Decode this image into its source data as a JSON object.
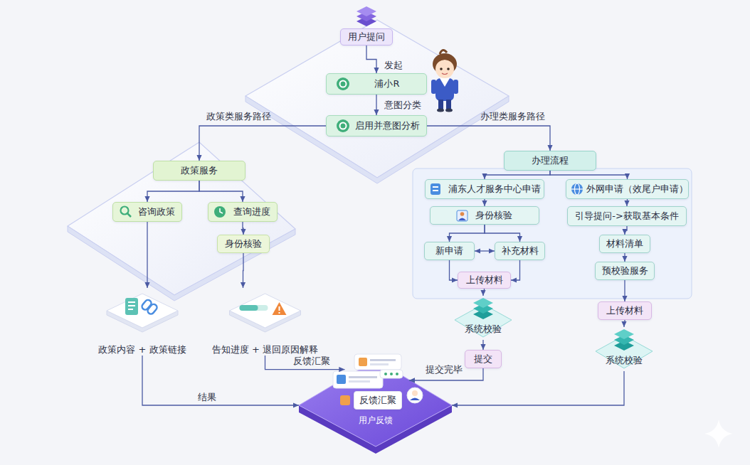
{
  "diagram": {
    "nodes": [
      {
        "text": [
          "用户提问"
        ]
      },
      {
        "text": [
          "浦小R"
        ]
      },
      {
        "text": [
          "启用并意图分析"
        ]
      },
      {
        "text": [
          "政策服务"
        ]
      },
      {
        "text": [
          "咨询政策"
        ]
      },
      {
        "text": [
          "查询进度"
        ]
      },
      {
        "text": [
          "身份核验"
        ]
      },
      {
        "text": [
          "政策内容 + 政策链接"
        ]
      },
      {
        "text": [
          "告知进度 + 退回原因解释"
        ]
      },
      {
        "text": [
          "办理流程"
        ]
      },
      {
        "text": [
          "浦东人才服务中心申请"
        ]
      },
      {
        "text": [
          "身份核验"
        ]
      },
      {
        "text": [
          "新申请"
        ]
      },
      {
        "text": [
          "补充材料"
        ]
      },
      {
        "text": [
          "上传材料"
        ]
      },
      {
        "text": [
          "系统校验"
        ]
      },
      {
        "text": [
          "提交"
        ]
      },
      {
        "text": [
          "外网申请（效尾户申请）"
        ]
      },
      {
        "text": [
          "引导提问->获取基本条件"
        ]
      },
      {
        "text": [
          "材料清单"
        ]
      },
      {
        "text": [
          "预校验服务"
        ]
      },
      {
        "text": [
          "上传材料"
        ]
      },
      {
        "text": [
          "系统校验"
        ]
      },
      {
        "text": [
          "用户反馈"
        ]
      },
      {
        "text": [
          "反馈汇聚"
        ],
        "in": 23
      }
    ],
    "edges": [
      {
        "from": 0,
        "to": 1,
        "arrow": "to",
        "label": "发起"
      },
      {
        "from": 1,
        "to": 2,
        "arrow": "to",
        "label": "意图分类"
      },
      {
        "from": 2,
        "to": 3,
        "arrow": "to",
        "label": "政策类服务路径"
      },
      {
        "from": 2,
        "to": 9,
        "arrow": "to",
        "label": "办理类服务路径"
      },
      {
        "from": 3,
        "to": 4,
        "arrow": "to"
      },
      {
        "from": 3,
        "to": 5,
        "arrow": "to"
      },
      {
        "from": 4,
        "to": 7,
        "arrow": "to"
      },
      {
        "from": 5,
        "to": 6,
        "arrow": "to"
      },
      {
        "from": 6,
        "to": 8,
        "arrow": "to"
      },
      {
        "from": 7,
        "to": 23,
        "arrow": "to",
        "label": "结果"
      },
      {
        "from": 8,
        "to": 23,
        "arrow": "to",
        "label": "反馈汇聚"
      },
      {
        "from": 9,
        "to": 10,
        "arrow": "to"
      },
      {
        "from": 9,
        "to": 17,
        "arrow": "to"
      },
      {
        "from": 10,
        "to": 11,
        "arrow": "to"
      },
      {
        "from": 11,
        "to": 12,
        "arrow": "to"
      },
      {
        "from": 11,
        "to": 13,
        "arrow": "to"
      },
      {
        "from": 12,
        "to": 13,
        "arrow": "both"
      },
      {
        "from": 12,
        "to": 14,
        "arrow": "to"
      },
      {
        "from": 13,
        "to": 14,
        "arrow": "to"
      },
      {
        "from": 14,
        "to": 15,
        "arrow": "to"
      },
      {
        "from": 15,
        "to": 16,
        "arrow": "to"
      },
      {
        "from": 16,
        "to": 23,
        "arrow": "to",
        "label": "提交完毕"
      },
      {
        "from": 17,
        "to": 18,
        "arrow": "to"
      },
      {
        "from": 18,
        "to": 19,
        "arrow": "to"
      },
      {
        "from": 19,
        "to": 20,
        "arrow": "to"
      },
      {
        "from": 20,
        "to": 21,
        "arrow": "to"
      },
      {
        "from": 21,
        "to": 22,
        "arrow": "to"
      },
      {
        "from": 22,
        "to": 23,
        "arrow": "to"
      }
    ]
  }
}
